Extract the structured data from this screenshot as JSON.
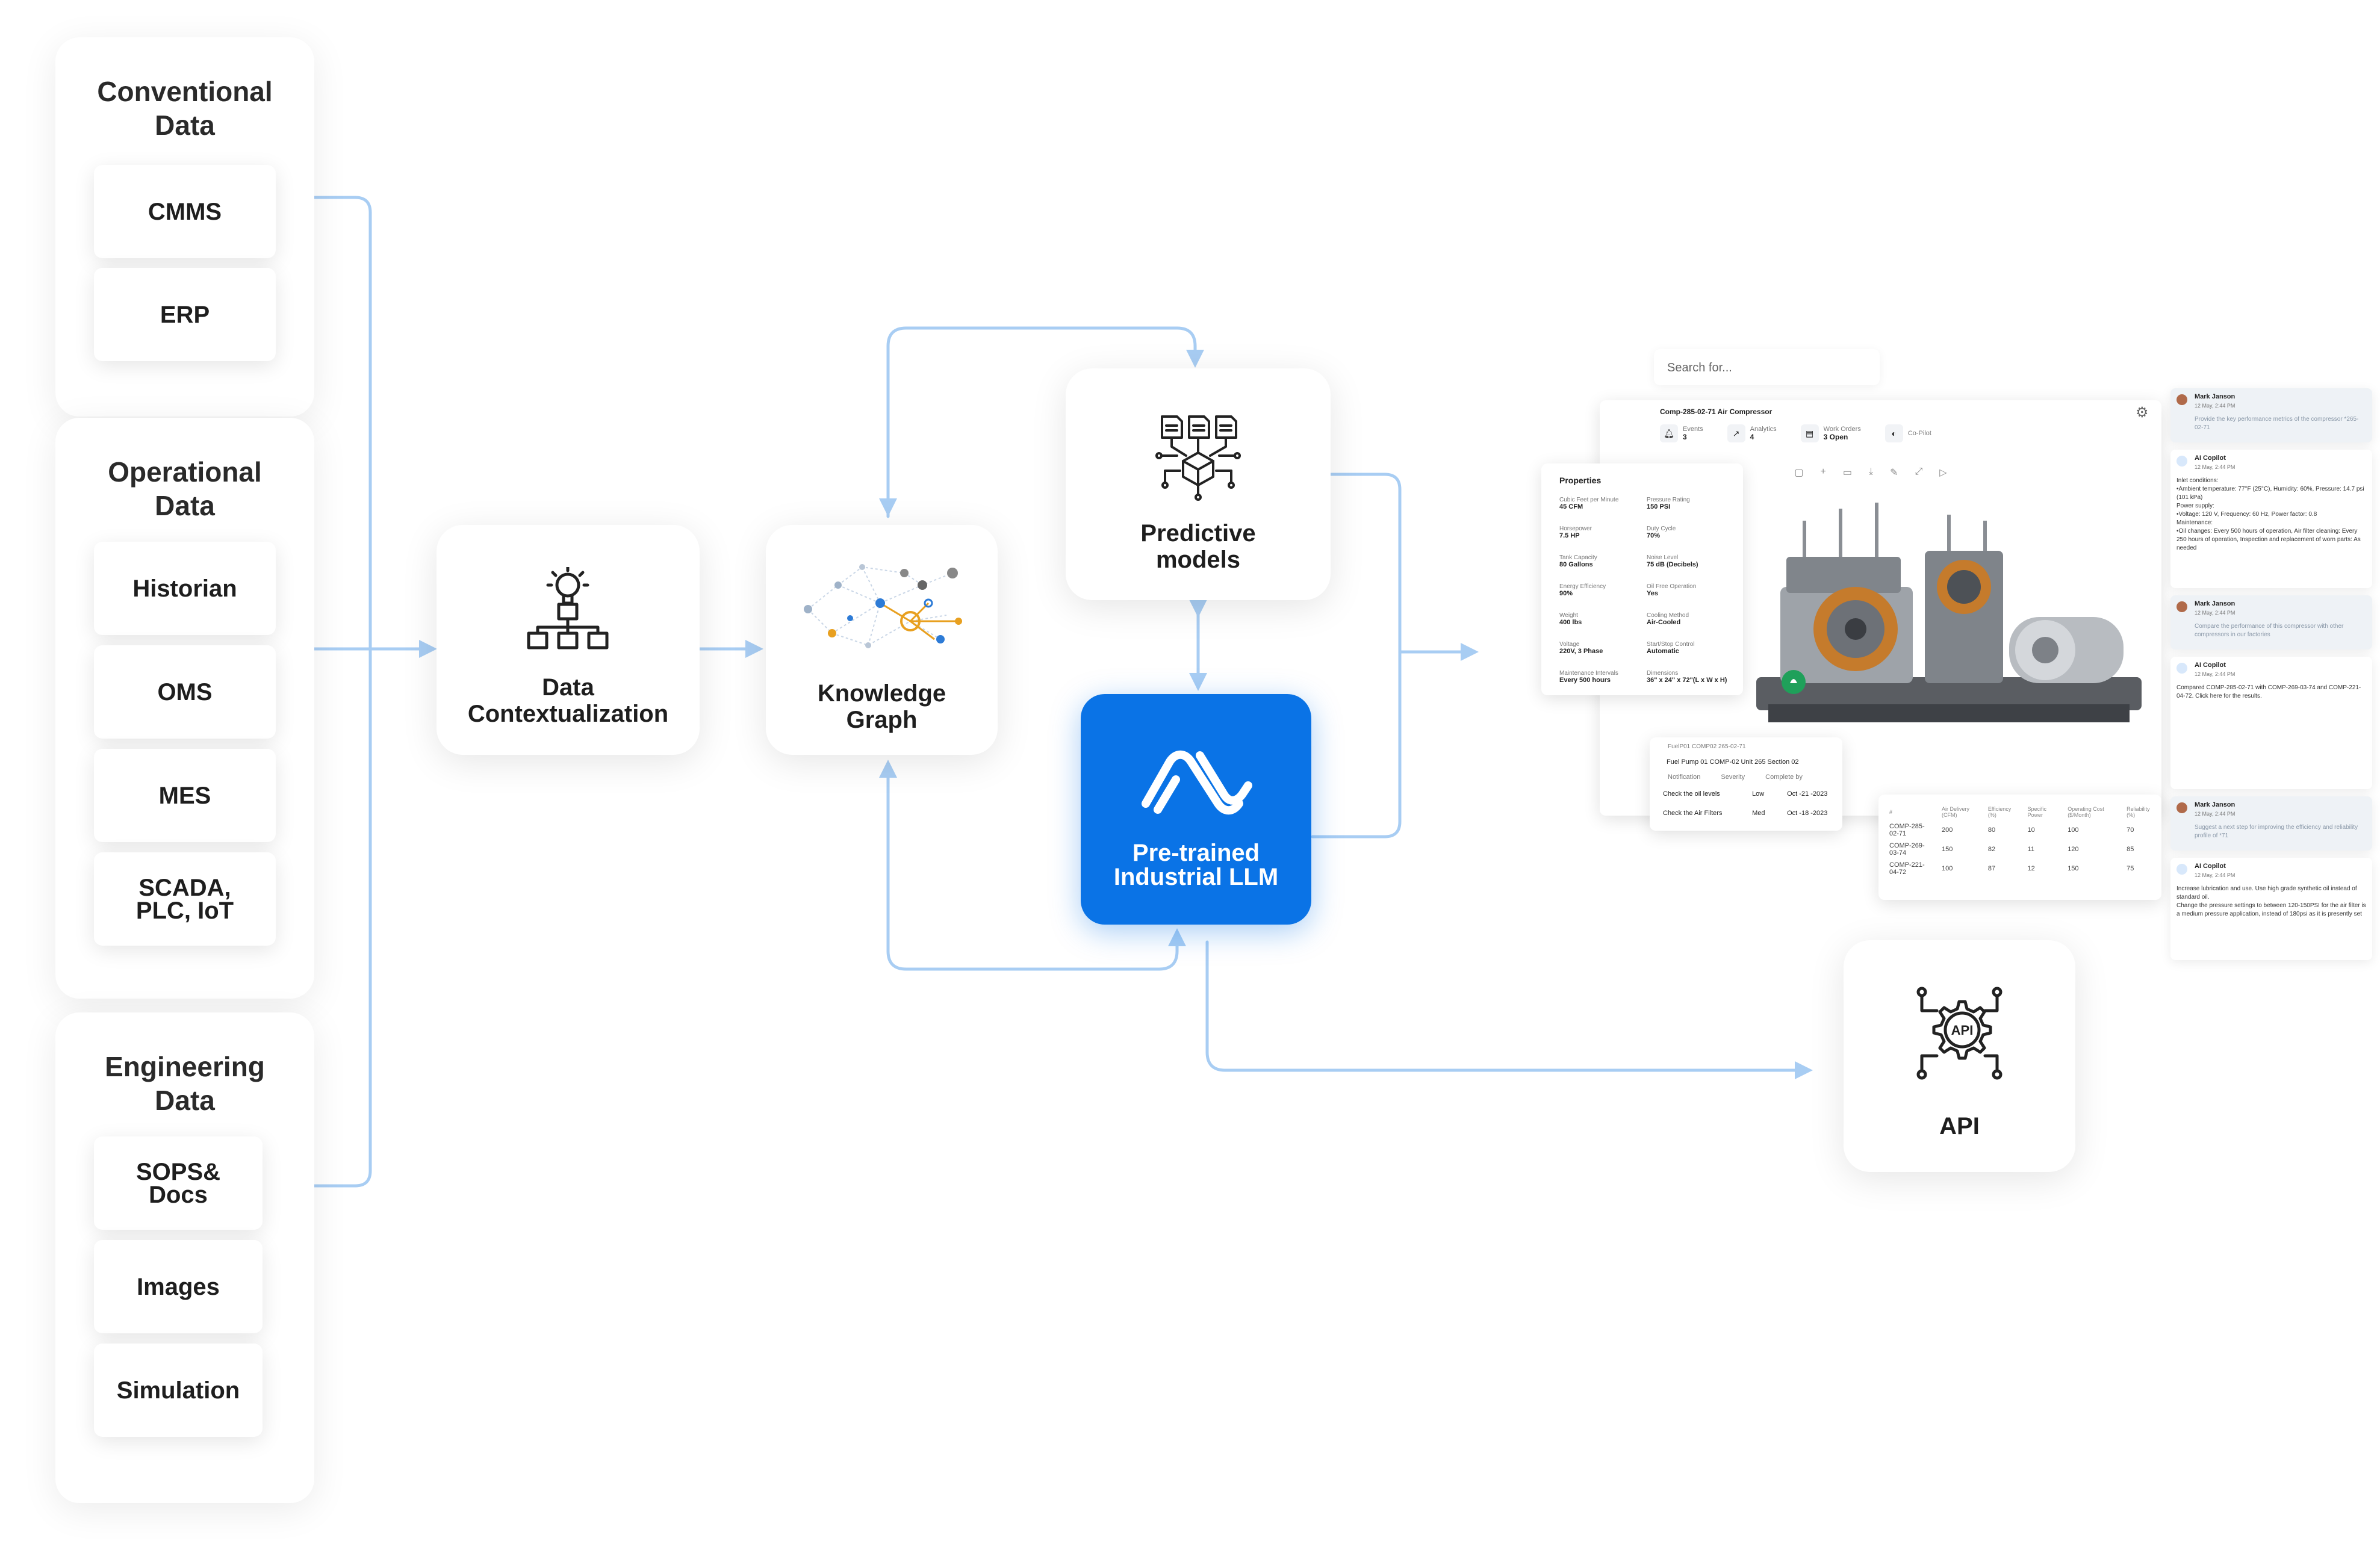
{
  "groups": [
    {
      "title": "Conventional\nData",
      "items": [
        "CMMS",
        "ERP"
      ]
    },
    {
      "title": "Operational\nData",
      "items": [
        "Historian",
        "OMS",
        "MES",
        "SCADA,\nPLC, IoT"
      ]
    },
    {
      "title": "Engineering\nData",
      "items": [
        "SOPS&\nDocs",
        "Images",
        "Simulation"
      ]
    }
  ],
  "nodes": {
    "contextualization": "Data\nContextualization",
    "knowledge_graph": "Knowledge\nGraph",
    "predictive": "Predictive\nmodels",
    "llm": "Pre-trained\nIndustrial LLM",
    "api": "API"
  },
  "colors": {
    "connector": "#a8cdf3",
    "llm_blue": "#0a73e6",
    "accent_orange": "#e8a020"
  },
  "app": {
    "search_placeholder": "Search for...",
    "asset_title": "Comp-285-02-71 Air Compressor",
    "stats": [
      {
        "label": "Events",
        "value": "3"
      },
      {
        "label": "Analytics",
        "value": "4"
      },
      {
        "label": "Work Orders",
        "value": "3 Open"
      },
      {
        "label": "Co-Pilot",
        "value": ""
      }
    ],
    "properties_title": "Properties",
    "properties": [
      [
        "Cubic Feet per Minute",
        "45 CFM",
        "Pressure Rating",
        "150 PSI"
      ],
      [
        "Horsepower",
        "7.5 HP",
        "Duty Cycle",
        "70%"
      ],
      [
        "Tank Capacity",
        "80 Gallons",
        "Noise Level",
        "75 dB (Decibels)"
      ],
      [
        "Energy Efficiency",
        "90%",
        "Oil Free Operation",
        "Yes"
      ],
      [
        "Weight",
        "400 lbs",
        "Cooling Method",
        "Air-Cooled"
      ],
      [
        "Voltage",
        "220V, 3 Phase",
        "Start/Stop Control",
        "Automatic"
      ],
      [
        "Maintenance Intervals",
        "Every 500 hours",
        "Dimensions",
        "36\" x 24\" x 72\"(L x W x H)"
      ]
    ],
    "workorders": {
      "path": "FuelP01 COMP02 265-02-71",
      "breadcrumb": "Fuel Pump 01  COMP-02  Unit 265  Section 02",
      "headers": [
        "Notification",
        "Severity",
        "Complete by"
      ],
      "rows": [
        [
          "Check the oil levels",
          "Low",
          "Oct -21 -2023"
        ],
        [
          "Check the Air Filters",
          "Med",
          "Oct -18 -2023"
        ]
      ]
    },
    "compare": {
      "headers": [
        "#",
        "Air Delivery (CFM)",
        "Efficiency (%)",
        "Specific Power",
        "Operating Cost ($/Month)",
        "Reliability (%)"
      ],
      "rows": [
        [
          "COMP-285-02-71",
          "200",
          "80",
          "10",
          "100",
          "70"
        ],
        [
          "COMP-269-03-74",
          "150",
          "82",
          "11",
          "120",
          "85"
        ],
        [
          "COMP-221-04-72",
          "100",
          "87",
          "12",
          "150",
          "75"
        ]
      ]
    }
  },
  "chat": [
    {
      "who": "Mark Janson",
      "time": "12 May, 2:44 PM",
      "text": "Provide the key performance metrics of the compressor *265-02-71",
      "user": true
    },
    {
      "who": "AI Copilot",
      "time": "12 May, 2:44 PM",
      "text": "Inlet conditions:\n•Ambient temperature: 77°F (25°C), Humidity: 60%, Pressure: 14.7 psi (101 kPa)\nPower supply:\n•Voltage: 120 V, Frequency: 60 Hz, Power factor: 0.8\nMaintenance:\n•Oil changes: Every 500 hours of operation, Air filter cleaning: Every 250 hours of operation, Inspection and replacement of worn parts: As needed",
      "user": false
    },
    {
      "who": "Mark Janson",
      "time": "12 May, 2:44 PM",
      "text": "Compare the performance of this compressor with other compressors in our factories",
      "user": true
    },
    {
      "who": "AI Copilot",
      "time": "12 May, 2:44 PM",
      "text": "Compared COMP-285-02-71 with COMP-269-03-74 and COMP-221-04-72. Click here for the results.",
      "user": false
    },
    {
      "who": "Mark Janson",
      "time": "12 May, 2:44 PM",
      "text": "Suggest a next step for improving the efficiency and reliability profile of *71",
      "user": true
    },
    {
      "who": "AI Copilot",
      "time": "12 May, 2:44 PM",
      "text": "Increase lubrication and use. Use high grade synthetic oil instead of standard oil.\nChange the pressure settings to between 120-150PSI for the air filter is a medium pressure application, instead of 180psi as it is presently set",
      "user": false
    }
  ]
}
